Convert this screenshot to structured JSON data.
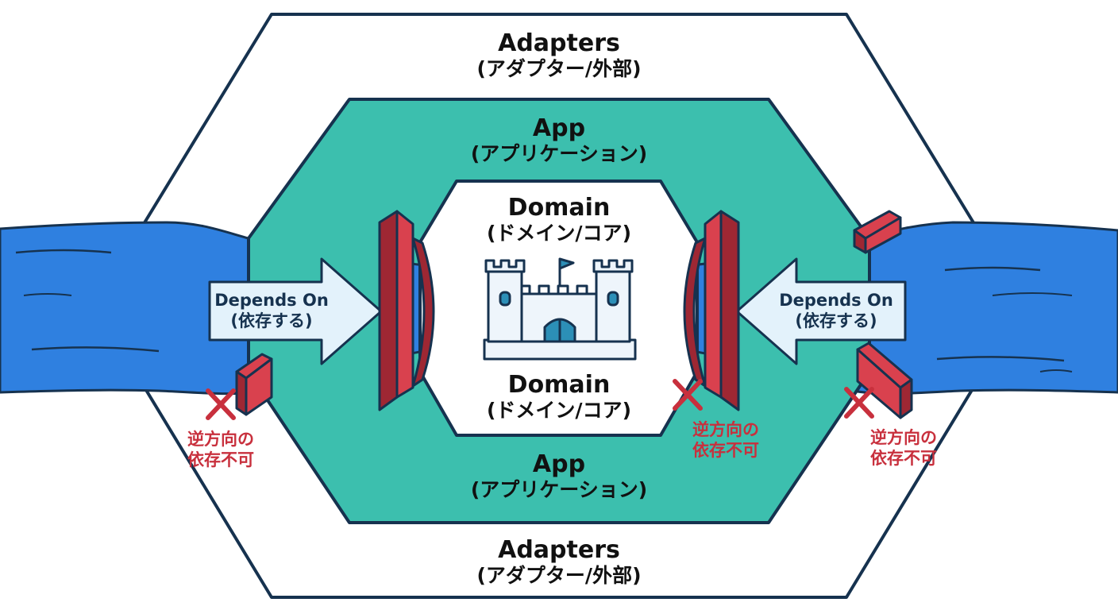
{
  "colors": {
    "outline": "#16324f",
    "adapters_fill": "#ffffff",
    "app_fill": "#3cbfae",
    "domain_fill": "#ffffff",
    "river": "#2f80e0",
    "barrier": "#d9414e",
    "barrier_dark": "#9e2733",
    "warning": "#c8303d",
    "arrow_fill": "#e3f2fb",
    "castle_fill": "#eef5fb",
    "castle_door": "#2c8fb7"
  },
  "layers": {
    "adapters": {
      "title": "Adapters",
      "subtitle": "(アダプター/外部)"
    },
    "app": {
      "title": "App",
      "subtitle": "(アプリケーション)"
    },
    "domain": {
      "title": "Domain",
      "subtitle": "(ドメイン/コア)"
    }
  },
  "arrows": {
    "left": {
      "line1": "Depends On",
      "line2": "(依存する)"
    },
    "right": {
      "line1": "Depends On",
      "line2": "(依存する)"
    }
  },
  "warnings": [
    {
      "line1": "逆方向の",
      "line2": "依存不可"
    },
    {
      "line1": "逆方向の",
      "line2": "依存不可"
    },
    {
      "line1": "逆方向の",
      "line2": "依存不可"
    }
  ],
  "icons": {
    "castle": "castle-icon",
    "cross": "cross-mark-icon",
    "barrier": "barrier-wall-icon"
  }
}
